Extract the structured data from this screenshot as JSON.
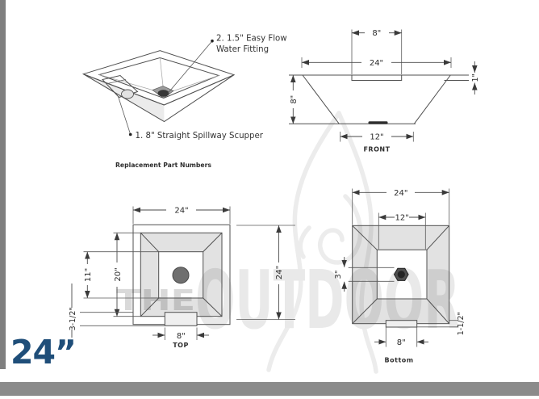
{
  "size_label": "24”",
  "watermark": {
    "word1": "THE",
    "word2": "OUTDOOR"
  },
  "perspective": {
    "callout_fitting_line1": "2. 1.5\" Easy Flow",
    "callout_fitting_line2": "Water Fitting",
    "callout_scupper": "1. 8\" Straight Spillway Scupper",
    "caption": "Replacement Part Numbers"
  },
  "front": {
    "label": "FRONT",
    "dim_notch_width": "8\"",
    "dim_overall_width": "24\"",
    "dim_lip_depth": "1\"",
    "dim_height": "8\"",
    "dim_base_width": "12\""
  },
  "top": {
    "label": "TOP",
    "dim_overall_width": "24\"",
    "dim_overall_height": "24\"",
    "dim_inner_rim": "20\"",
    "dim_bottom_square": "11\"",
    "dim_scupper_length": "3-1/2\"",
    "dim_scupper_width": "8\""
  },
  "bottom": {
    "label": "Bottom",
    "dim_overall_width": "24\"",
    "dim_inner_square": "12\"",
    "dim_fitting": "3\"",
    "dim_lip": "1-1/2\"",
    "dim_scupper_width": "8\""
  },
  "colors": {
    "accent_blue": "#1f4e79",
    "shadow_gray": "#7f7f7f",
    "line_gray": "#4f4f4f",
    "watermark_gray": "#e9e9e9"
  }
}
